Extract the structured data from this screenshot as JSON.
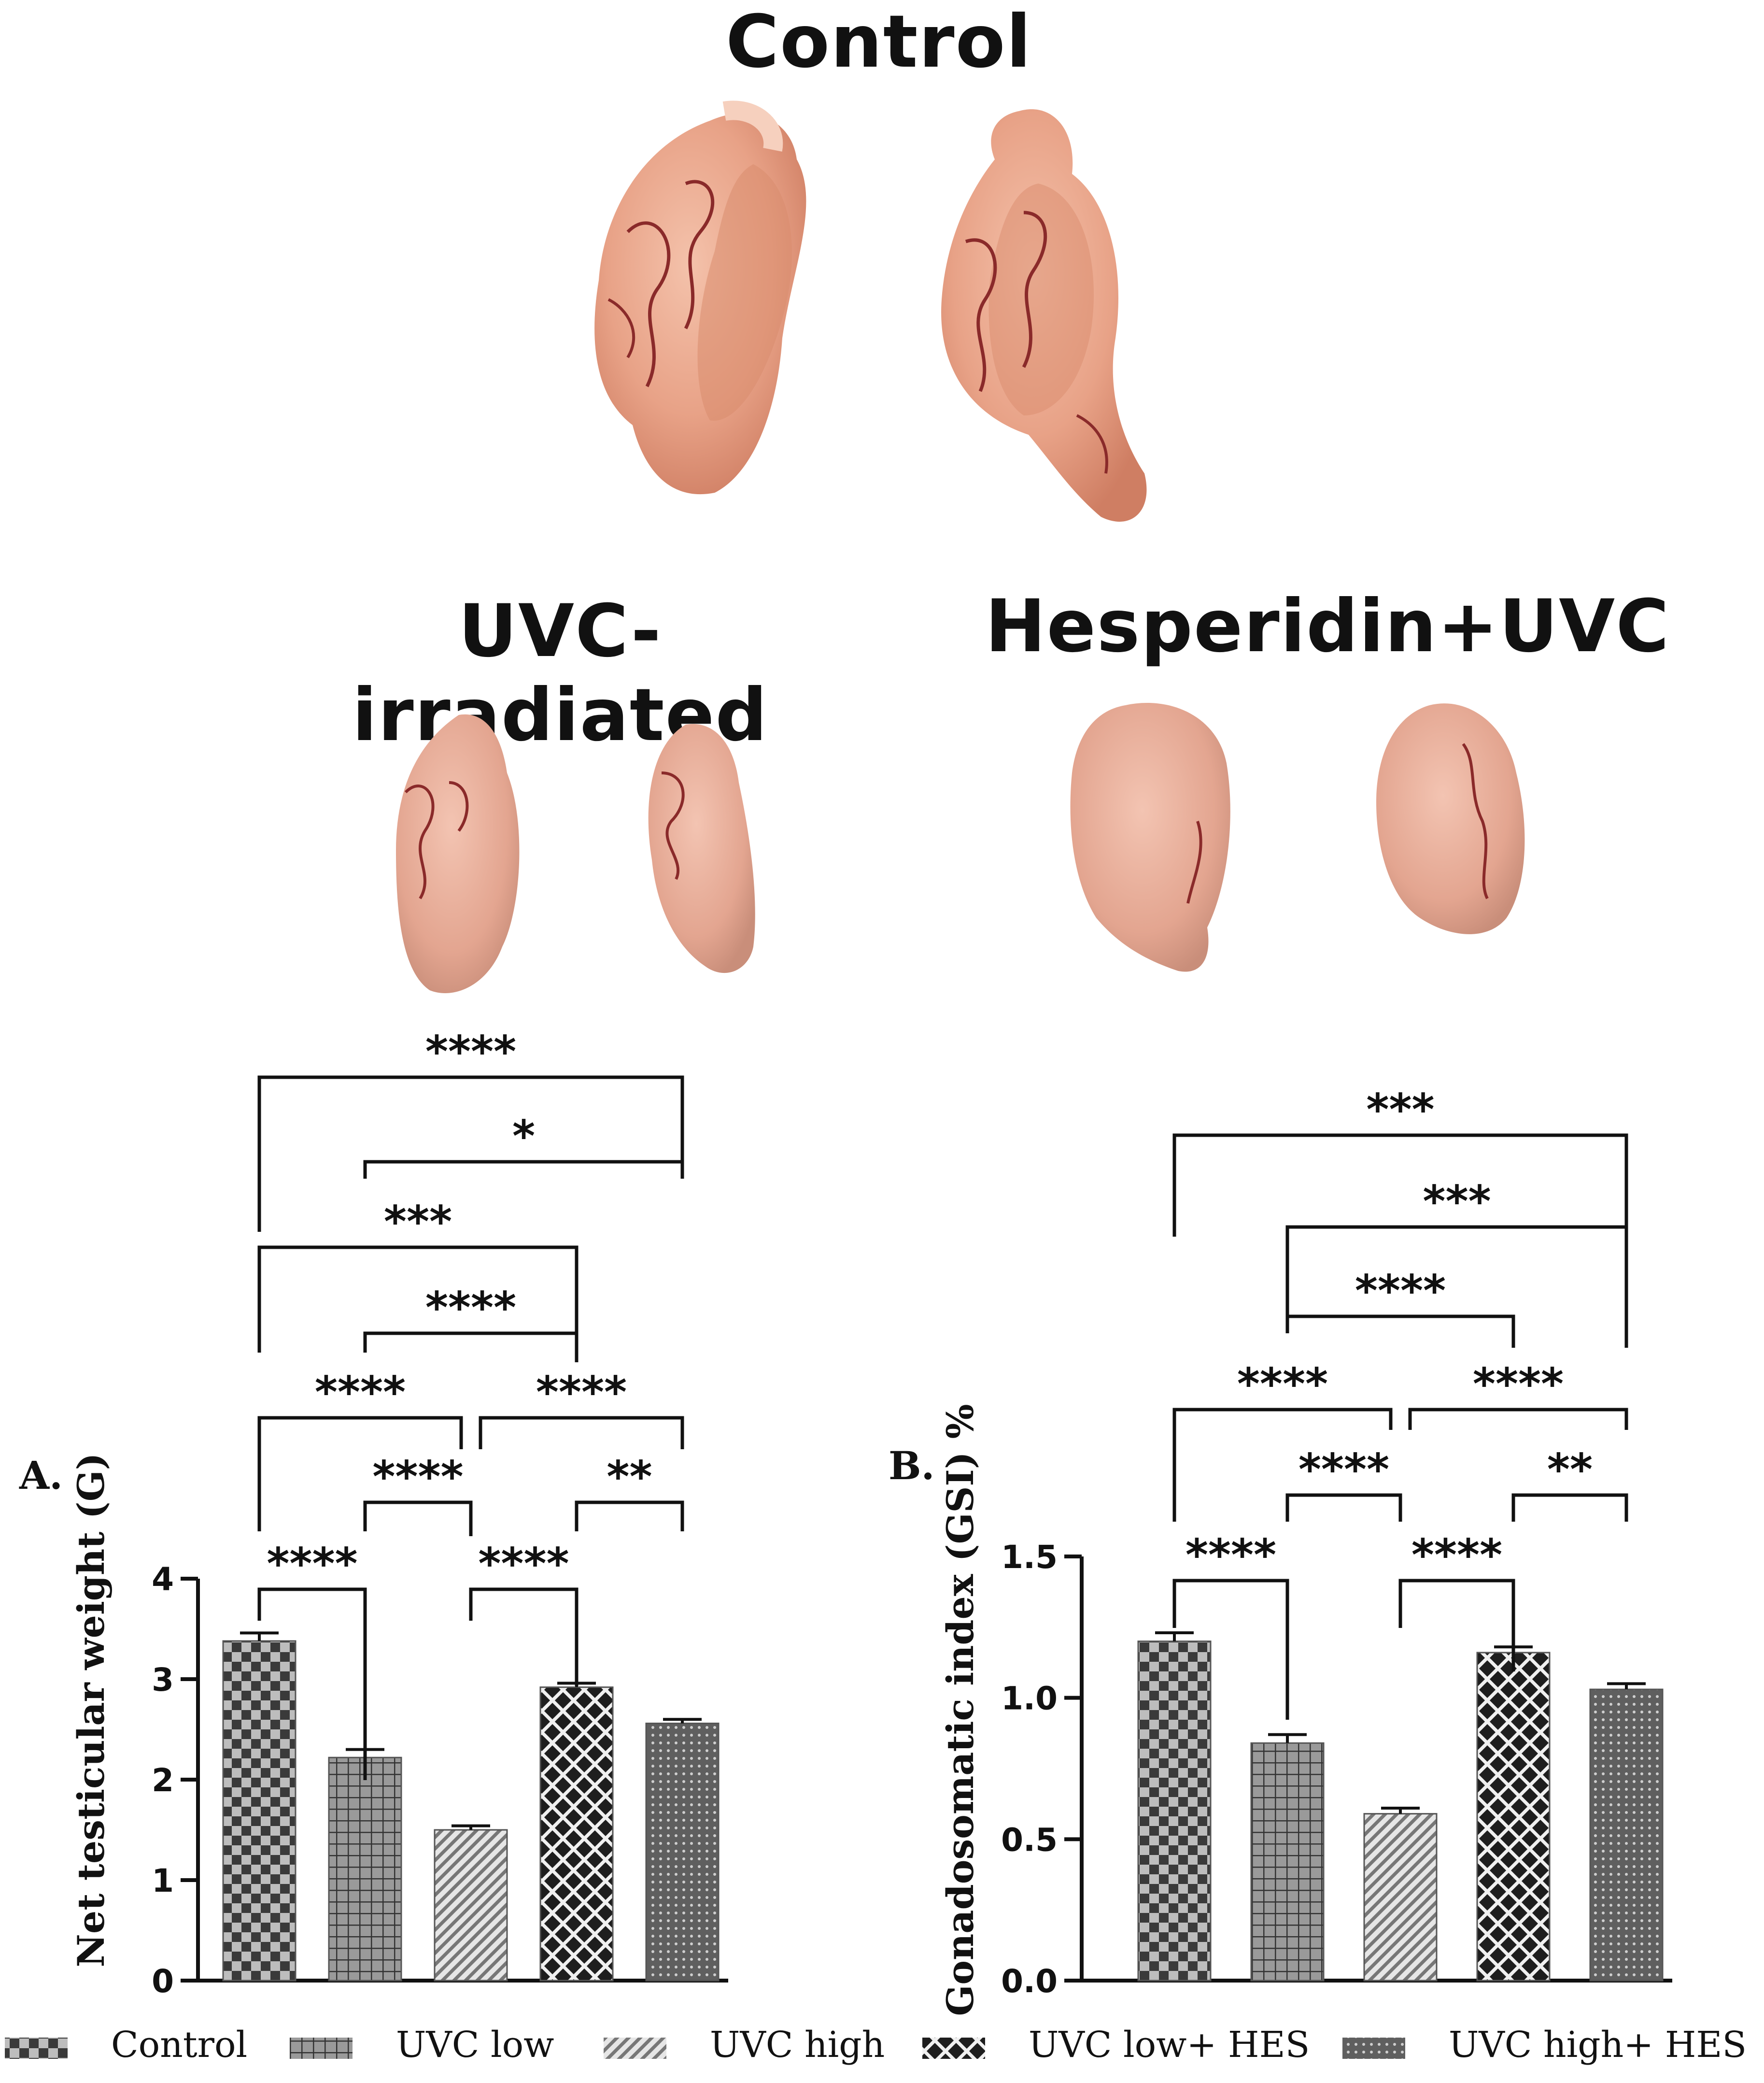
{
  "headings": {
    "control": "Control",
    "uvc": "UVC-irradiated",
    "hes": "Hesperidin+UVC"
  },
  "colors": {
    "tissue": "#e9a98f",
    "tissue_dark": "#cf7e63",
    "vessel": "#8a2a2a",
    "bar_dark": "#3a3a3a",
    "bar_mid": "#7a7a7a"
  },
  "legend": [
    {
      "label": "Control",
      "pattern": "checker"
    },
    {
      "label": "UVC low",
      "pattern": "grid"
    },
    {
      "label": "UVC high",
      "pattern": "diagonal"
    },
    {
      "label": "UVC low+ HES",
      "pattern": "crosshatch"
    },
    {
      "label": "UVC high+ HES",
      "pattern": "dots"
    }
  ],
  "chart_data": [
    {
      "type": "bar",
      "panel_label": "A.",
      "ylabel": "Net testicular weight (G)",
      "categories": [
        "Control",
        "UVC low",
        "UVC high",
        "UVC low+ HES",
        "UVC high+ HES"
      ],
      "values": [
        3.38,
        2.22,
        1.5,
        2.92,
        2.56
      ],
      "errors": [
        0.08,
        0.08,
        0.04,
        0.04,
        0.04
      ],
      "ylim": [
        0,
        4
      ],
      "yticks": [
        0,
        1,
        2,
        3,
        4
      ],
      "ytick_labels": [
        "0",
        "1",
        "2",
        "3",
        "4"
      ],
      "grid": false,
      "significance": [
        {
          "from": 0,
          "to": 1,
          "label": "****"
        },
        {
          "from": 2,
          "to": 3,
          "label": "****"
        },
        {
          "from": 1,
          "to": 2,
          "label": "****"
        },
        {
          "from": 3,
          "to": 4,
          "label": "**"
        },
        {
          "from": 0,
          "to": 2,
          "label": "****"
        },
        {
          "from": 2,
          "to": 4,
          "label": "****"
        },
        {
          "from": 1,
          "to": 3,
          "label": "****"
        },
        {
          "from": 0,
          "to": 3,
          "label": "***"
        },
        {
          "from": 1,
          "to": 4,
          "label": "*"
        },
        {
          "from": 0,
          "to": 4,
          "label": "****"
        }
      ]
    },
    {
      "type": "bar",
      "panel_label": "B.",
      "ylabel": "Gonadosomatic index (GSI) %",
      "categories": [
        "Control",
        "UVC low",
        "UVC high",
        "UVC low+ HES",
        "UVC high+ HES"
      ],
      "values": [
        1.2,
        0.84,
        0.59,
        1.16,
        1.03
      ],
      "errors": [
        0.03,
        0.03,
        0.02,
        0.02,
        0.02
      ],
      "ylim": [
        0,
        1.5
      ],
      "yticks": [
        0,
        0.5,
        1.0,
        1.5
      ],
      "ytick_labels": [
        "0.0",
        "0.5",
        "1.0",
        "1.5"
      ],
      "grid": false,
      "significance": [
        {
          "from": 0,
          "to": 1,
          "label": "****"
        },
        {
          "from": 2,
          "to": 3,
          "label": "****"
        },
        {
          "from": 1,
          "to": 2,
          "label": "****"
        },
        {
          "from": 3,
          "to": 4,
          "label": "**"
        },
        {
          "from": 0,
          "to": 2,
          "label": "****"
        },
        {
          "from": 2,
          "to": 4,
          "label": "****"
        },
        {
          "from": 1,
          "to": 3,
          "label": "****"
        },
        {
          "from": 1,
          "to": 4,
          "label": "***"
        },
        {
          "from": 0,
          "to": 4,
          "label": "***"
        }
      ]
    }
  ]
}
